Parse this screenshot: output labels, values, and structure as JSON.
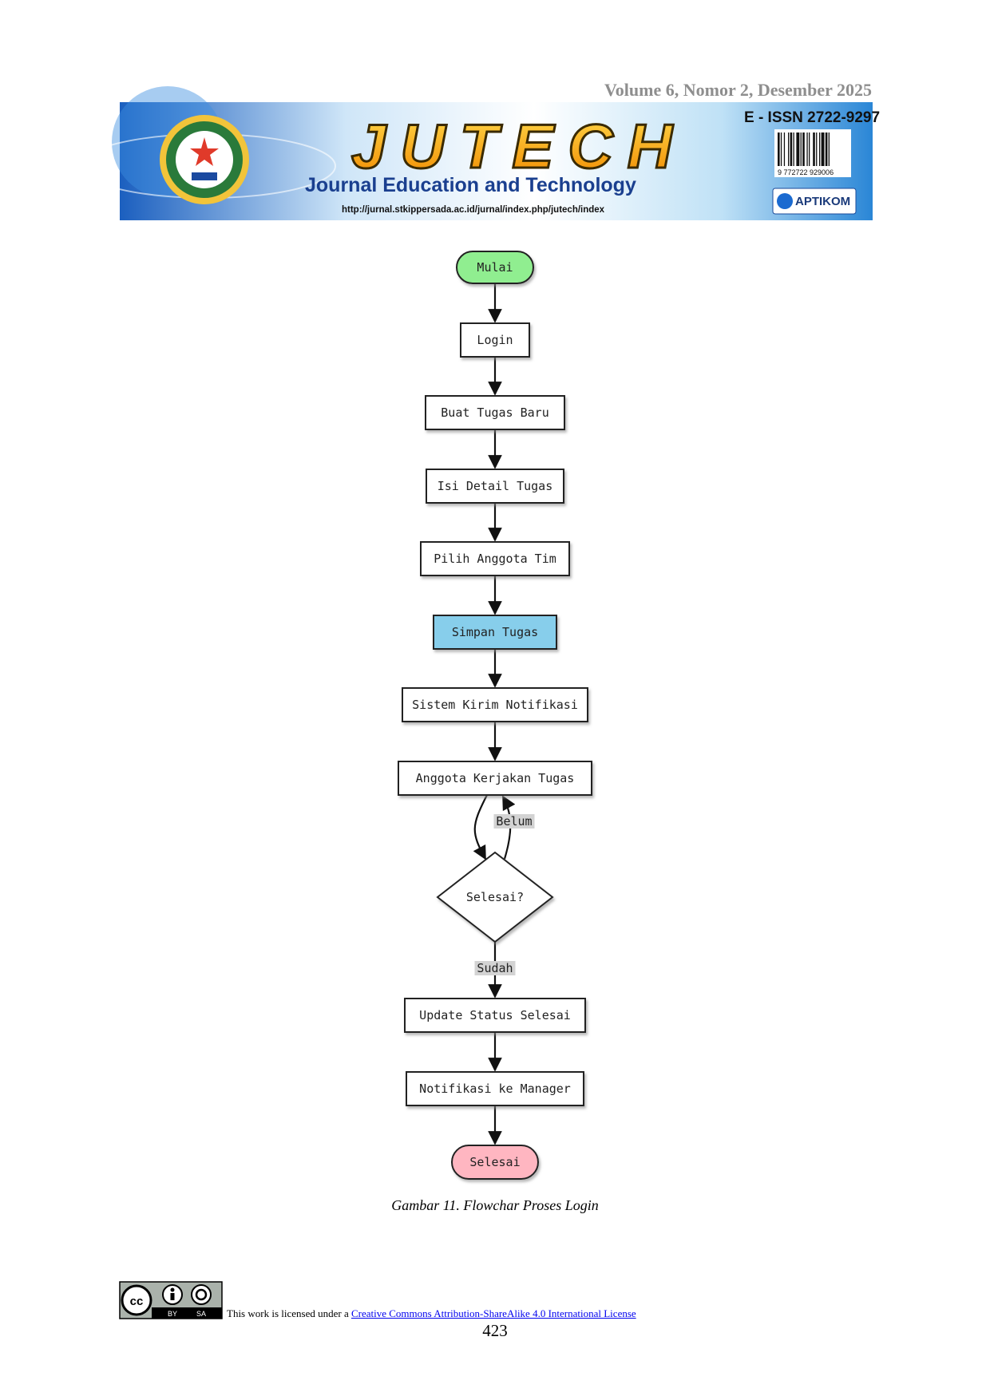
{
  "header": {
    "volume": "Volume 6, Nomor 2, Desember 2025",
    "journal_logo_text": "JUTECH",
    "journal_name": "Journal Education and Technology",
    "journal_url": "http://jurnal.stkippersada.ac.id/jurnal/index.php/jutech/index",
    "issn": "E - ISSN 2722-9297",
    "barcode_number": "9 772722 929006",
    "partner_logo": "APTIKOM"
  },
  "flowchart": {
    "nodes": [
      {
        "id": "mulai",
        "label": "Mulai",
        "shape": "terminal",
        "color": "#90ee90"
      },
      {
        "id": "login",
        "label": "Login",
        "shape": "process",
        "color": "#ffffff"
      },
      {
        "id": "buat",
        "label": "Buat Tugas Baru",
        "shape": "process",
        "color": "#ffffff"
      },
      {
        "id": "isi",
        "label": "Isi Detail Tugas",
        "shape": "process",
        "color": "#ffffff"
      },
      {
        "id": "pilih",
        "label": "Pilih Anggota Tim",
        "shape": "process",
        "color": "#ffffff"
      },
      {
        "id": "simpan",
        "label": "Simpan Tugas",
        "shape": "process",
        "color": "#87ceeb"
      },
      {
        "id": "sistem",
        "label": "Sistem Kirim Notifikasi",
        "shape": "process",
        "color": "#ffffff"
      },
      {
        "id": "anggota",
        "label": "Anggota Kerjakan Tugas",
        "shape": "process",
        "color": "#ffffff"
      },
      {
        "id": "decision",
        "label": "Selesai?",
        "shape": "decision",
        "color": "#ffffff"
      },
      {
        "id": "update",
        "label": "Update Status Selesai",
        "shape": "process",
        "color": "#ffffff"
      },
      {
        "id": "notif",
        "label": "Notifikasi ke Manager",
        "shape": "process",
        "color": "#ffffff"
      },
      {
        "id": "selesai",
        "label": "Selesai",
        "shape": "terminal",
        "color": "#ffb6c1"
      }
    ],
    "edge_labels": {
      "no": "Belum",
      "yes": "Sudah"
    }
  },
  "caption": "Gambar 11. Flowchar Proses Login",
  "footer": {
    "license_prefix": "This work is licensed under a ",
    "license_link": "Creative Commons Attribution-ShareAlike 4.0 International License",
    "cc_labels": [
      "BY",
      "SA"
    ],
    "page_number": "423"
  }
}
